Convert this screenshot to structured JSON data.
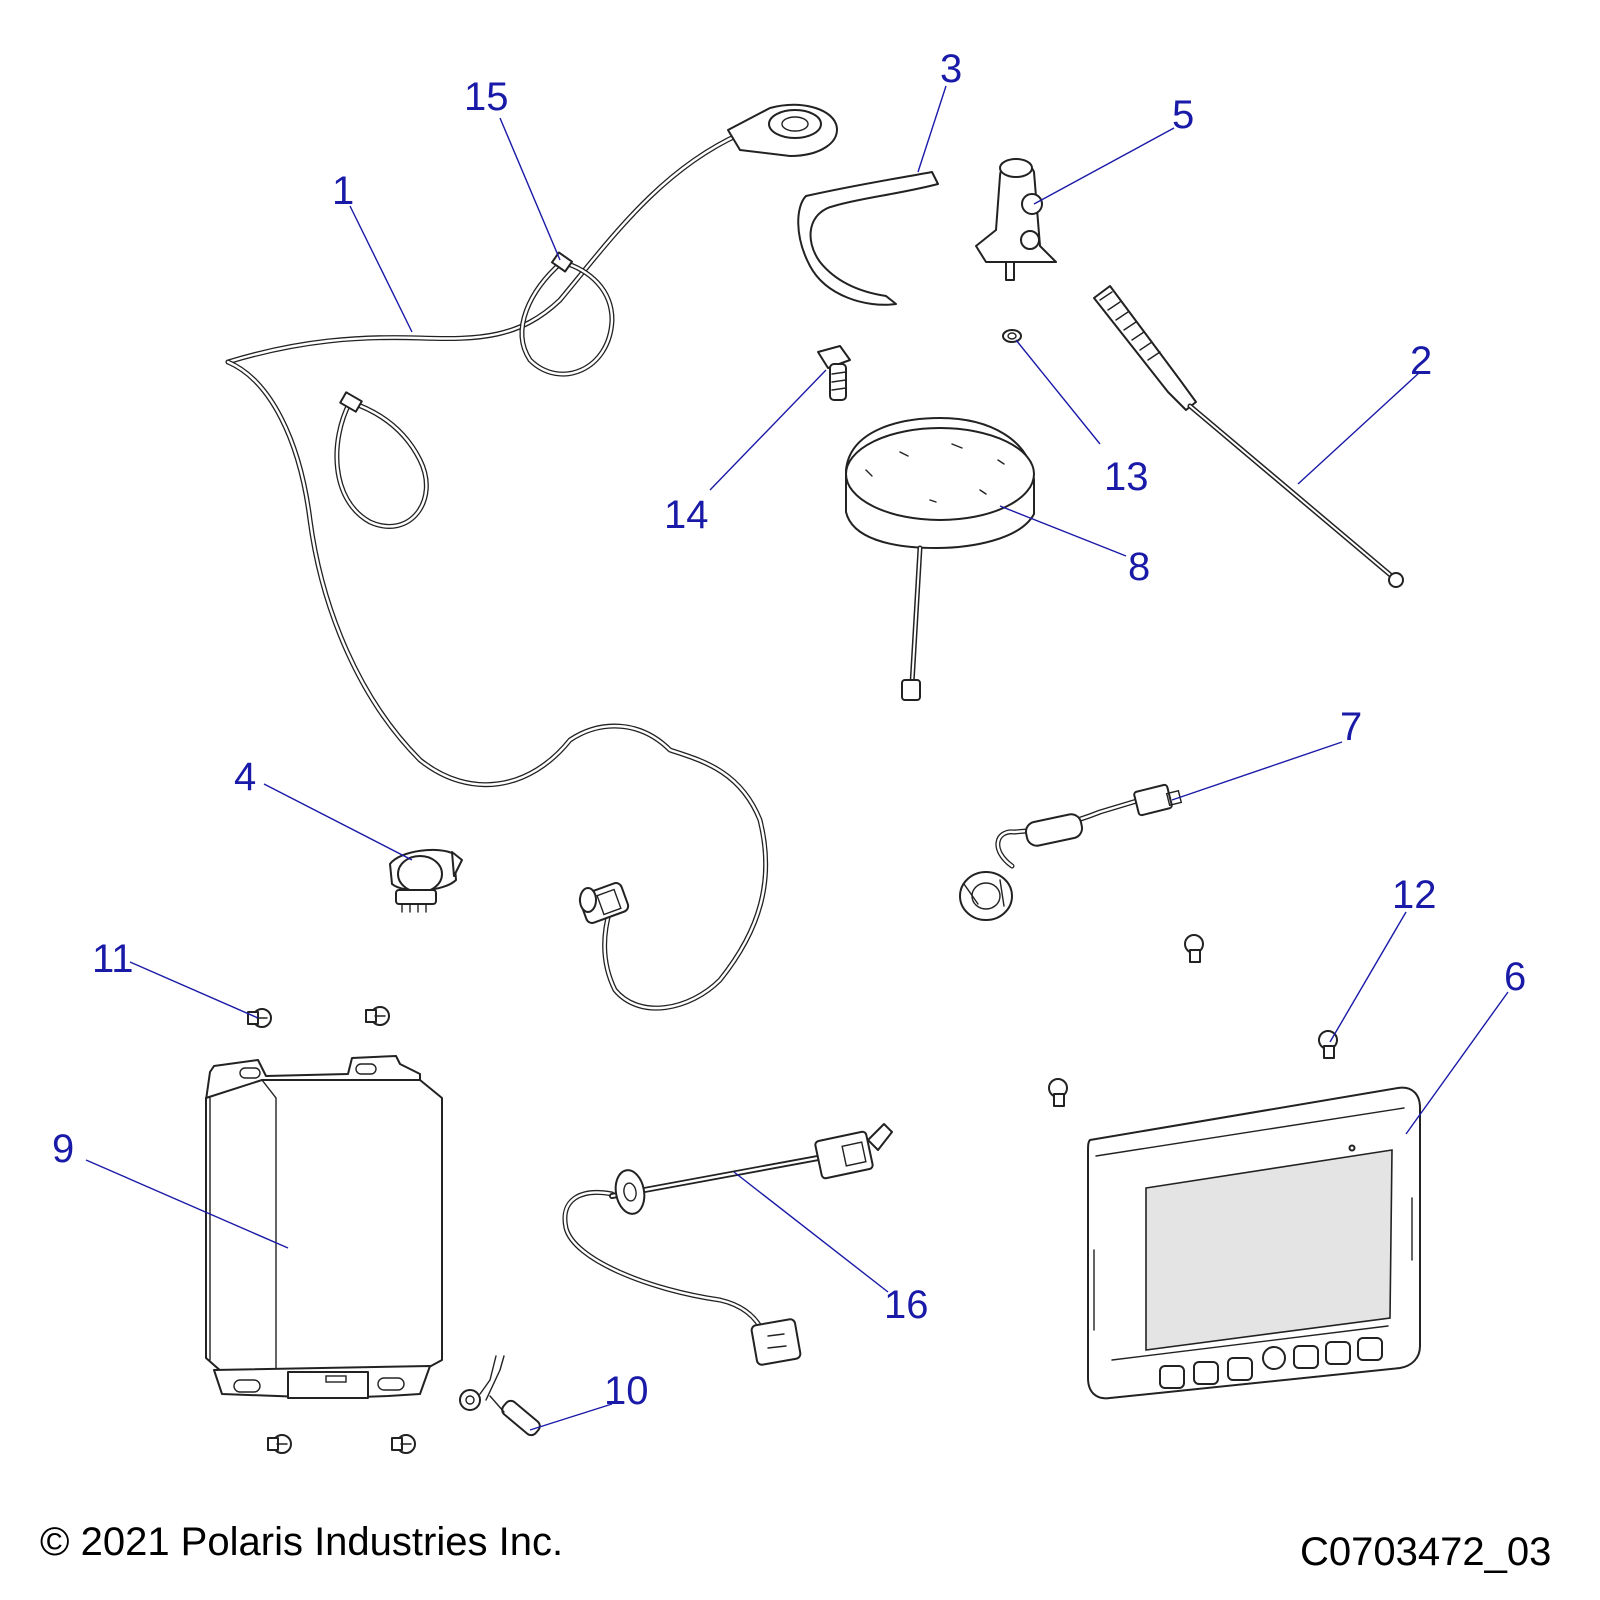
{
  "callouts": [
    {
      "id": "1",
      "label": "1"
    },
    {
      "id": "2",
      "label": "2"
    },
    {
      "id": "3",
      "label": "3"
    },
    {
      "id": "4",
      "label": "4"
    },
    {
      "id": "5",
      "label": "5"
    },
    {
      "id": "6",
      "label": "6"
    },
    {
      "id": "7",
      "label": "7"
    },
    {
      "id": "8",
      "label": "8"
    },
    {
      "id": "9",
      "label": "9"
    },
    {
      "id": "10",
      "label": "10"
    },
    {
      "id": "11",
      "label": "11"
    },
    {
      "id": "12",
      "label": "12"
    },
    {
      "id": "13",
      "label": "13"
    },
    {
      "id": "14",
      "label": "14"
    },
    {
      "id": "15",
      "label": "15"
    },
    {
      "id": "16",
      "label": "16"
    }
  ],
  "footer": {
    "copyright": "© 2021 Polaris Industries Inc.",
    "drawing_id": "C0703472_03"
  },
  "colors": {
    "callout": "#1a1aa8",
    "line_art": "#222222"
  }
}
